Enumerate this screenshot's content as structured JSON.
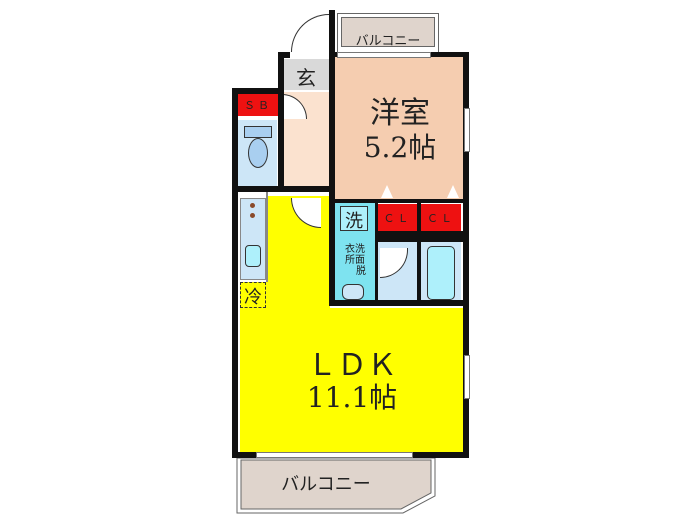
{
  "floorplan": {
    "rooms": {
      "western_room": {
        "label": "洋室",
        "size": "5.2帖",
        "color": "#f5cdb0"
      },
      "ldk": {
        "label": "ＬＤＫ",
        "size": "11.1帖",
        "color": "#ffff00"
      },
      "entrance": {
        "label": "玄",
        "color": "#d9d9d9"
      },
      "hallway": {
        "color": "#fbe2cf"
      },
      "toilet": {
        "color": "#cde6f7"
      },
      "washroom": {
        "label": "衣洗\n所面\n脱",
        "label_lines": [
          "衣洗",
          "所面",
          "脱"
        ],
        "color": "#7ee3f0"
      },
      "bathroom": {
        "color": "#cde6f7"
      }
    },
    "storage": {
      "shoe_box": {
        "label": "ＳＢ",
        "color": "#ee1111"
      },
      "closet_1": {
        "label": "ＣＬ",
        "color": "#ee1111"
      },
      "closet_2": {
        "label": "ＣＬ",
        "color": "#ee1111"
      }
    },
    "fixtures": {
      "washing_machine": {
        "label": "洗"
      },
      "refrigerator": {
        "label": "冷"
      }
    },
    "balconies": {
      "top": {
        "label": "バルコニー",
        "color": "#dfd4cc"
      },
      "bottom": {
        "label": "バルコニー",
        "color": "#dfd4cc"
      }
    }
  }
}
